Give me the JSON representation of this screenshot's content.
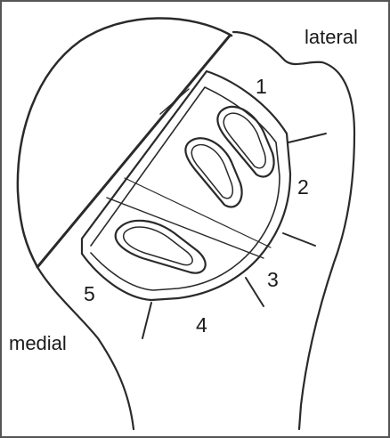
{
  "labels": {
    "lateral": "lateral",
    "medial": "medial"
  },
  "zones": [
    "1",
    "2",
    "3",
    "4",
    "5"
  ],
  "colors": {
    "line": "#2a2a2a",
    "frame": "#555555",
    "background": "#ffffff"
  }
}
